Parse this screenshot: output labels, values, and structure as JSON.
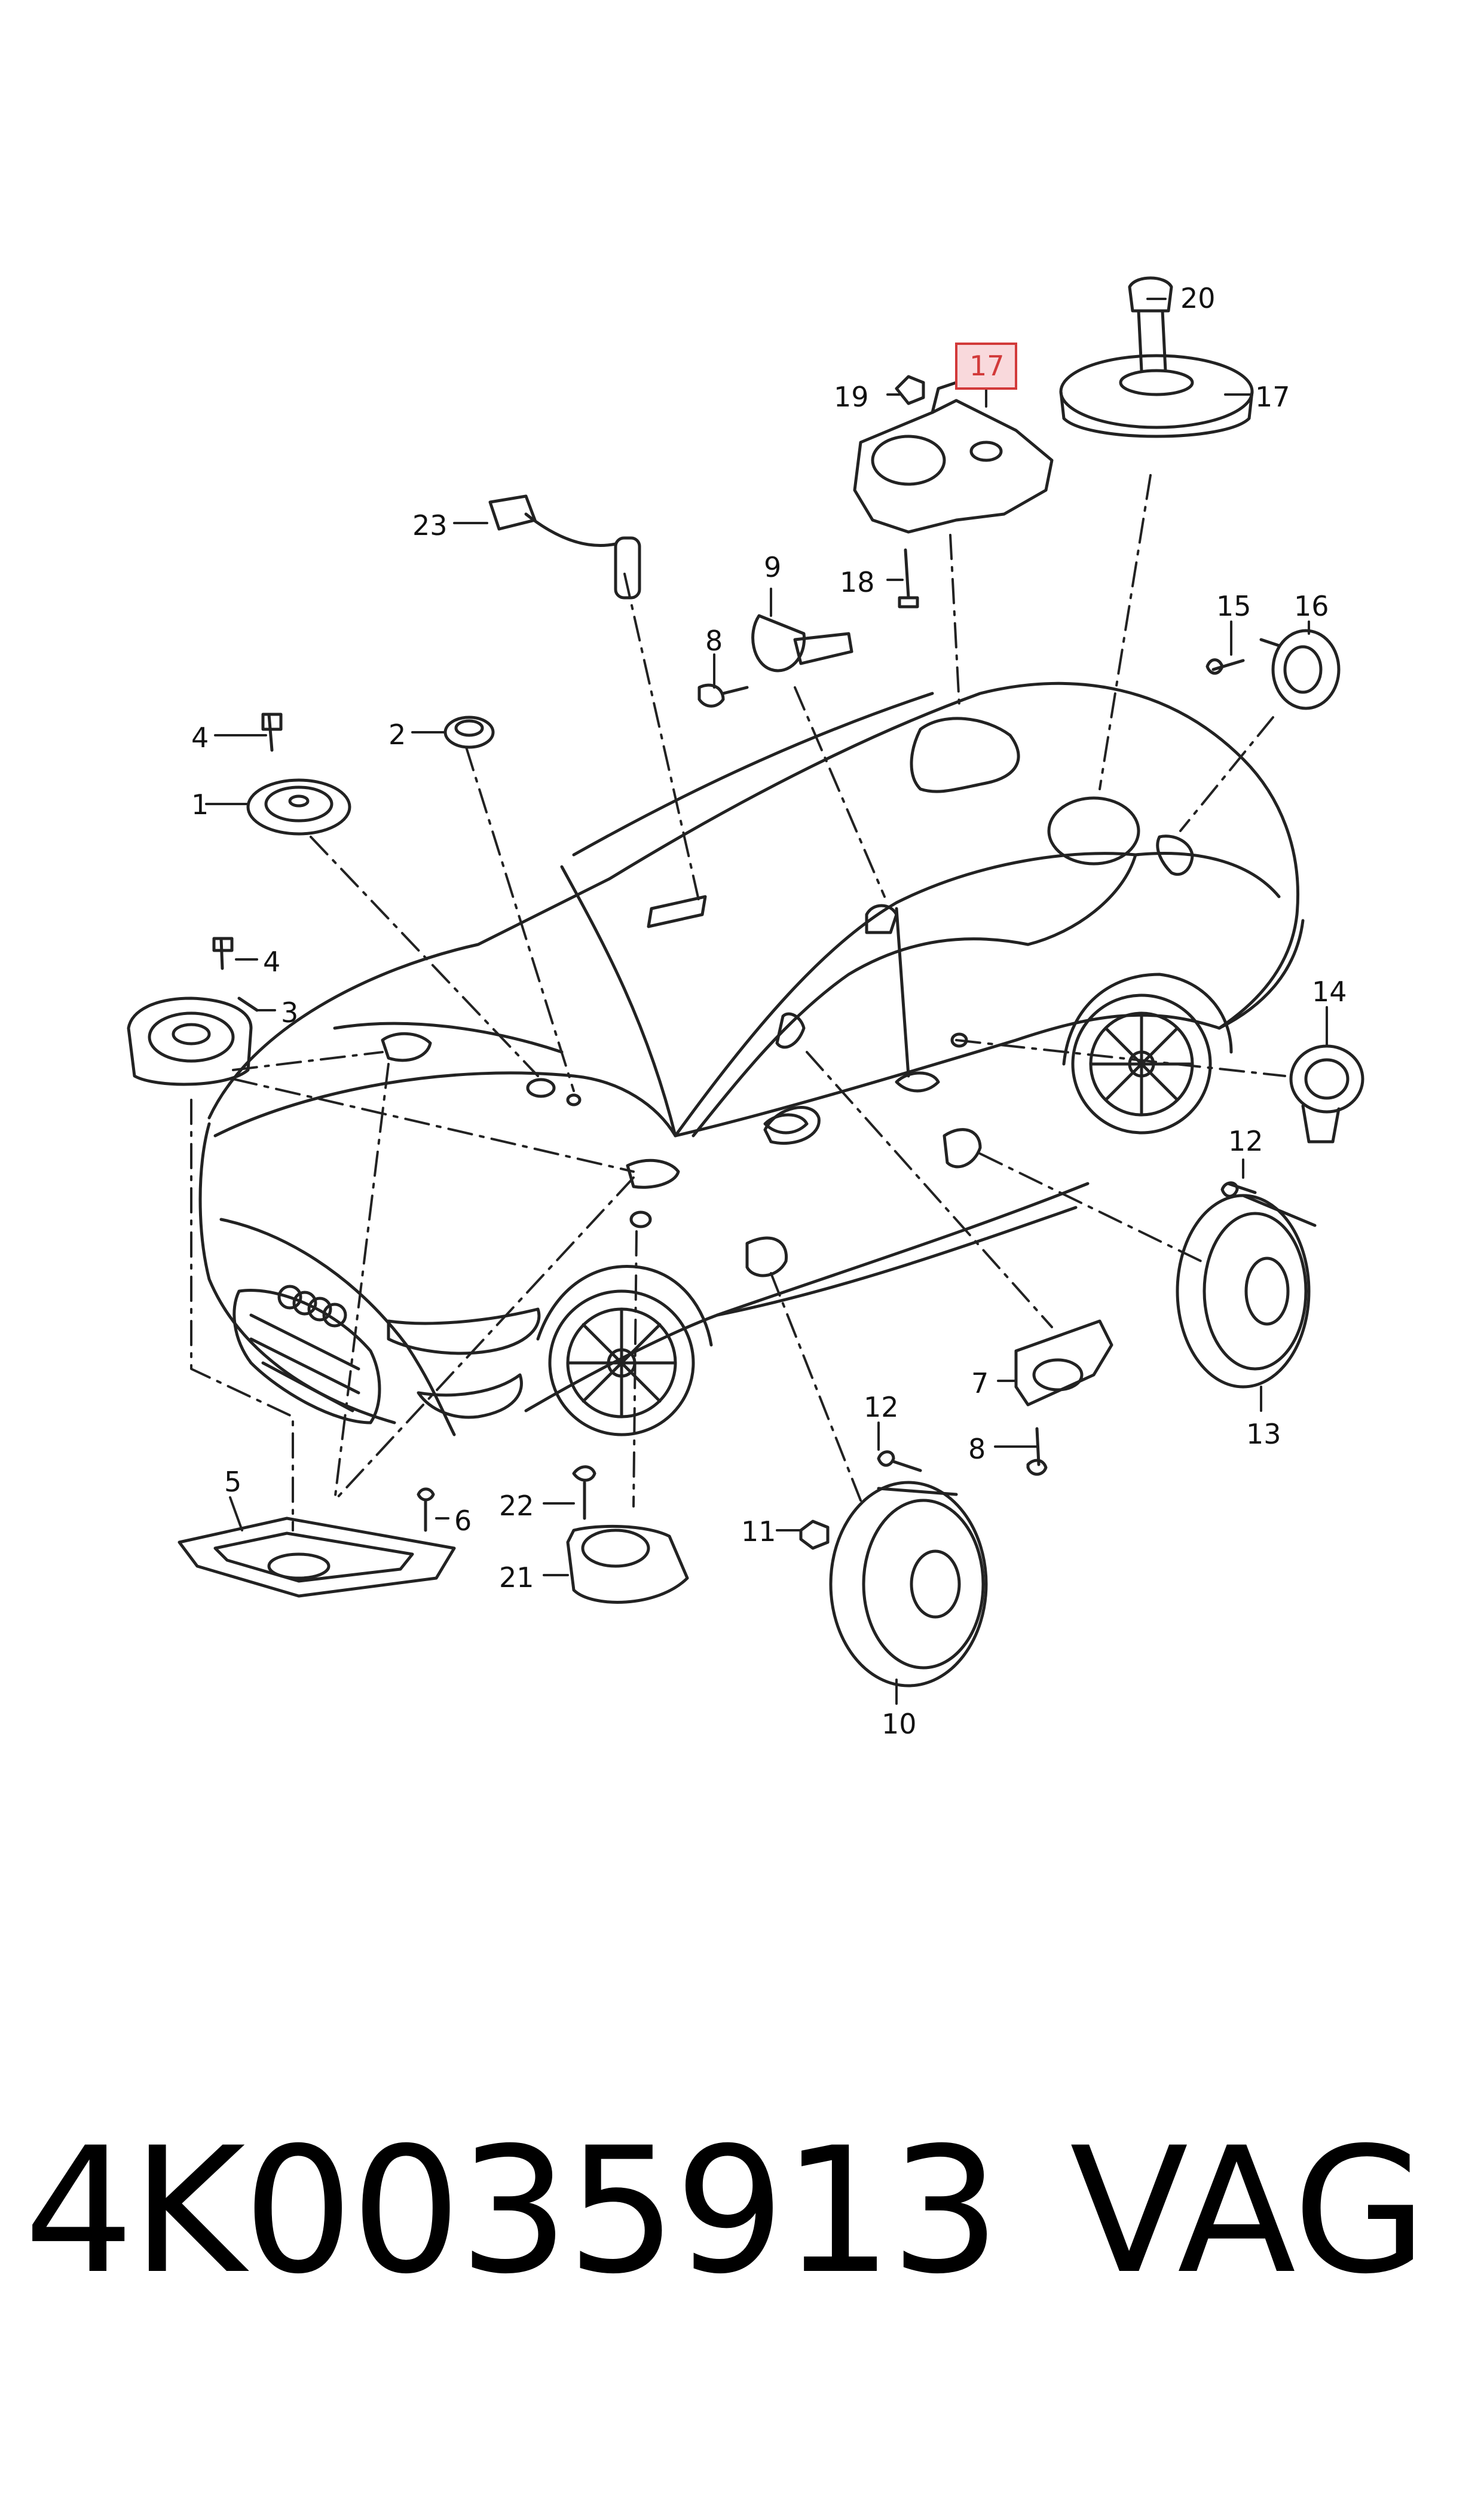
{
  "callouts": {
    "c1": "1",
    "c2": "2",
    "c3": "3",
    "c4a": "4",
    "c4b": "4",
    "c5": "5",
    "c6": "6",
    "c7": "7",
    "c8a": "8",
    "c8b": "8",
    "c9": "9",
    "c10": "10",
    "c11": "11",
    "c12a": "12",
    "c12b": "12",
    "c13": "13",
    "c14": "14",
    "c15": "15",
    "c16": "16",
    "c17_highlight": "17",
    "c17": "17",
    "c18": "18",
    "c19": "19",
    "c20": "20",
    "c21": "21",
    "c22": "22",
    "c23": "23"
  },
  "footer": {
    "part_number": "4K0035913",
    "brand": "VAG"
  },
  "colors": {
    "line": "#222222",
    "highlight_fill": "#f9d9dc",
    "highlight_border": "#d23a3a"
  }
}
